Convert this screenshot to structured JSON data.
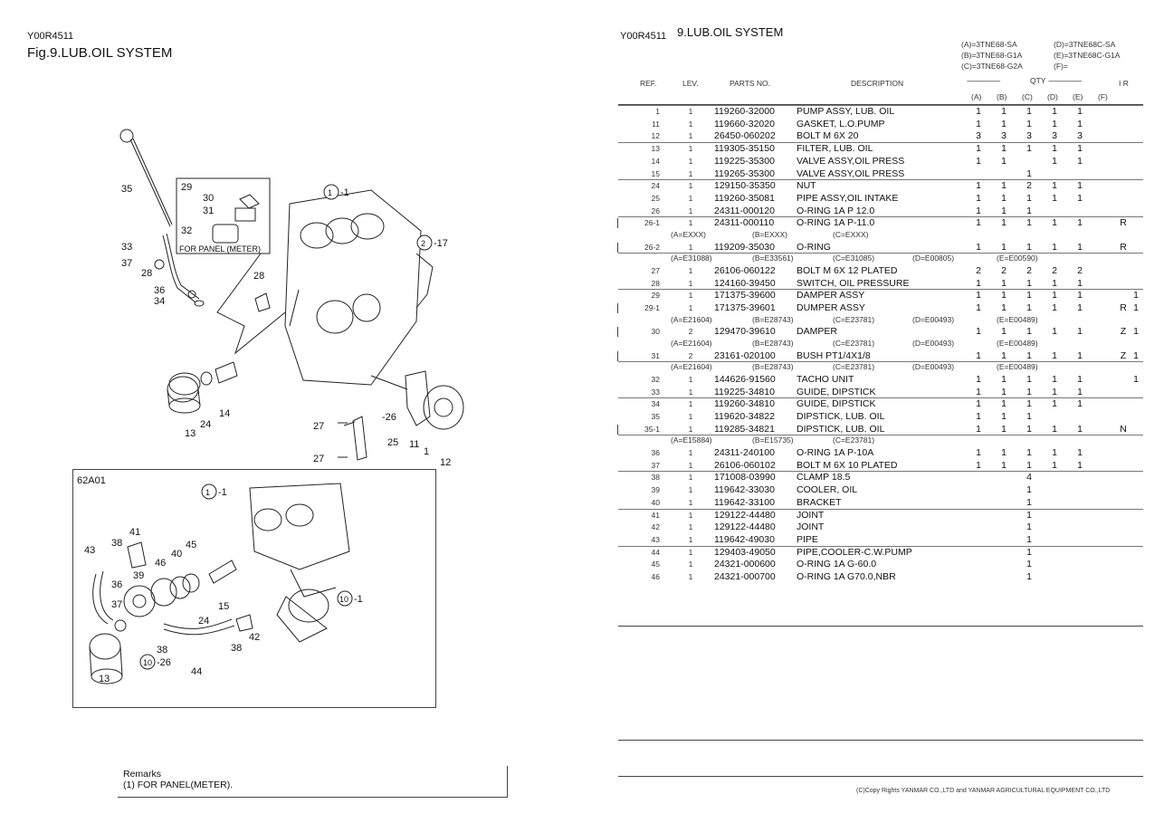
{
  "left": {
    "code": "Y00R4511",
    "fig_title": "Fig.9.LUB.OIL SYSTEM",
    "callouts": [
      "35",
      "33",
      "37",
      "36",
      "34",
      "28",
      "29",
      "30",
      "31",
      "32",
      "FOR PANEL (METER)",
      "1",
      "-1",
      "2",
      "-17",
      "28",
      "13",
      "24",
      "14",
      "27",
      "-26",
      "25",
      "11",
      "1",
      "12",
      "27"
    ],
    "inset": {
      "code": "62A01",
      "callouts": [
        "1",
        "-1",
        "41",
        "38",
        "43",
        "39",
        "46",
        "40",
        "45",
        "36",
        "37",
        "38",
        "10",
        "-26",
        "24",
        "15",
        "38",
        "42",
        "10",
        "-1",
        "13",
        "44"
      ]
    },
    "remarks_title": "Remarks",
    "remarks_text": "(1) FOR PANEL(METER)."
  },
  "right": {
    "code": "Y00R4511",
    "title": "9.LUB.OIL SYSTEM",
    "models": [
      "(A)=3TNE68-SA",
      "(D)=3TNE68C-SA",
      "(B)=3TNE68-G1A",
      "(E)=3TNE68C-G1A",
      "(C)=3TNE68-G2A",
      "(F)="
    ],
    "headers": {
      "ref": "REF.",
      "lev": "LEV.",
      "parts": "PARTS NO.",
      "desc": "DESCRIPTION",
      "qty": "QTY",
      "dashes_l": "--------------------",
      "dashes_r": "--------------------",
      "ir": "I R"
    },
    "qty_cols": [
      "(A)",
      "(B)",
      "(C)",
      "(D)",
      "(E)",
      "(F)"
    ],
    "rows": [
      {
        "ref": "1",
        "lev": "1",
        "part": "119260-32000",
        "desc": "PUMP ASSY, LUB. OIL",
        "q": [
          "1",
          "1",
          "1",
          "1",
          "1",
          ""
        ],
        "r": "",
        "x": "",
        "bar": false,
        "top": true
      },
      {
        "ref": "11",
        "lev": "1",
        "part": "119660-32020",
        "desc": "GASKET, L.O.PUMP",
        "q": [
          "1",
          "1",
          "1",
          "1",
          "1",
          ""
        ],
        "r": "",
        "x": "",
        "bar": false
      },
      {
        "ref": "12",
        "lev": "1",
        "part": "26450-060202",
        "desc": "BOLT M 6X 20",
        "q": [
          "3",
          "3",
          "3",
          "3",
          "3",
          ""
        ],
        "r": "",
        "x": "",
        "bar": false
      },
      {
        "ref": "13",
        "lev": "1",
        "part": "119305-35150",
        "desc": "FILTER, LUB. OIL",
        "q": [
          "1",
          "1",
          "1",
          "1",
          "1",
          ""
        ],
        "r": "",
        "x": "",
        "bar": false,
        "top": true
      },
      {
        "ref": "14",
        "lev": "1",
        "part": "119225-35300",
        "desc": "VALVE ASSY,OIL PRESS",
        "q": [
          "1",
          "1",
          "",
          "1",
          "1",
          ""
        ],
        "r": "",
        "x": "",
        "bar": false
      },
      {
        "ref": "15",
        "lev": "1",
        "part": "119265-35300",
        "desc": "VALVE ASSY,OIL PRESS",
        "q": [
          "",
          "",
          "1",
          "",
          "",
          ""
        ],
        "r": "",
        "x": "",
        "bar": false
      },
      {
        "ref": "24",
        "lev": "1",
        "part": "129150-35350",
        "desc": "NUT",
        "q": [
          "1",
          "1",
          "2",
          "1",
          "1",
          ""
        ],
        "r": "",
        "x": "",
        "bar": false,
        "top": true
      },
      {
        "ref": "25",
        "lev": "1",
        "part": "119260-35081",
        "desc": "PIPE ASSY,OIL INTAKE",
        "q": [
          "1",
          "1",
          "1",
          "1",
          "1",
          ""
        ],
        "r": "",
        "x": "",
        "bar": false
      },
      {
        "ref": "26",
        "lev": "1",
        "part": "24311-000120",
        "desc": "O-RING 1A P 12.0",
        "q": [
          "1",
          "1",
          "1",
          "",
          "",
          ""
        ],
        "r": "",
        "x": "",
        "bar": false
      },
      {
        "ref": "26-1",
        "lev": "1",
        "part": "24311-000110",
        "desc": "O-RING 1A P-11.0",
        "q": [
          "1",
          "1",
          "1",
          "1",
          "1",
          ""
        ],
        "r": "R",
        "x": "",
        "bar": true,
        "top": true
      },
      {
        "sub": [
          "(A=EXXX)",
          "(B=EXXX)",
          "(C=EXXX)"
        ]
      },
      {
        "ref": "26-2",
        "lev": "1",
        "part": "119209-35030",
        "desc": "O-RING",
        "q": [
          "1",
          "1",
          "1",
          "1",
          "1",
          ""
        ],
        "r": "R",
        "x": "",
        "bar": true
      },
      {
        "sub": [
          "(A=E31088)",
          "(B=E33561)",
          "(C=E31085)",
          "(D=E00805)",
          "(E=E00590)"
        ],
        "top": true
      },
      {
        "ref": "27",
        "lev": "1",
        "part": "26106-060122",
        "desc": "BOLT M 6X 12 PLATED",
        "q": [
          "2",
          "2",
          "2",
          "2",
          "2",
          ""
        ],
        "r": "",
        "x": "",
        "bar": false
      },
      {
        "ref": "28",
        "lev": "1",
        "part": "124160-39450",
        "desc": "SWITCH, OIL PRESSURE",
        "q": [
          "1",
          "1",
          "1",
          "1",
          "1",
          ""
        ],
        "r": "",
        "x": "",
        "bar": false
      },
      {
        "ref": "29",
        "lev": "1",
        "part": "171375-39600",
        "desc": "DAMPER ASSY",
        "q": [
          "1",
          "1",
          "1",
          "1",
          "1",
          ""
        ],
        "r": "",
        "x": "1",
        "bar": false,
        "top": true
      },
      {
        "ref": "29-1",
        "lev": "1",
        "part": "171375-39601",
        "desc": "DUMPER ASSY",
        "q": [
          "1",
          "1",
          "1",
          "1",
          "1",
          ""
        ],
        "r": "R",
        "x": "1",
        "bar": true
      },
      {
        "sub": [
          "(A=E21604)",
          "(B=E28743)",
          "(C=E23781)",
          "(D=E00493)",
          "(E=E00489)"
        ]
      },
      {
        "ref": "30",
        "lev": "2",
        "part": "129470-39610",
        "desc": "DAMPER",
        "q": [
          "1",
          "1",
          "1",
          "1",
          "1",
          ""
        ],
        "r": "Z",
        "x": "1",
        "bar": true
      },
      {
        "sub": [
          "(A=E21604)",
          "(B=E28743)",
          "(C=E23781)",
          "(D=E00493)",
          "(E=E00489)"
        ]
      },
      {
        "ref": "31",
        "lev": "2",
        "part": "23161-020100",
        "desc": "BUSH PT1/4X1/8",
        "q": [
          "1",
          "1",
          "1",
          "1",
          "1",
          ""
        ],
        "r": "Z",
        "x": "1",
        "bar": true
      },
      {
        "sub": [
          "(A=E21604)",
          "(B=E28743)",
          "(C=E23781)",
          "(D=E00493)",
          "(E=E00489)"
        ],
        "top": true
      },
      {
        "ref": "32",
        "lev": "1",
        "part": "144626-91560",
        "desc": "TACHO UNIT",
        "q": [
          "1",
          "1",
          "1",
          "1",
          "1",
          ""
        ],
        "r": "",
        "x": "1",
        "bar": false
      },
      {
        "ref": "33",
        "lev": "1",
        "part": "119225-34810",
        "desc": "GUIDE, DIPSTICK",
        "q": [
          "1",
          "1",
          "1",
          "1",
          "1",
          ""
        ],
        "r": "",
        "x": "",
        "bar": false
      },
      {
        "ref": "34",
        "lev": "1",
        "part": "119260-34810",
        "desc": "GUIDE, DIPSTICK",
        "q": [
          "1",
          "1",
          "1",
          "1",
          "1",
          ""
        ],
        "r": "",
        "x": "",
        "bar": false,
        "top": true
      },
      {
        "ref": "35",
        "lev": "1",
        "part": "119620-34822",
        "desc": "DIPSTICK, LUB. OIL",
        "q": [
          "1",
          "1",
          "1",
          "",
          "",
          ""
        ],
        "r": "",
        "x": "",
        "bar": false
      },
      {
        "ref": "35-1",
        "lev": "1",
        "part": "119285-34821",
        "desc": "DIPSTICK, LUB. OIL",
        "q": [
          "1",
          "1",
          "1",
          "1",
          "1",
          ""
        ],
        "r": "N",
        "x": "",
        "bar": true
      },
      {
        "sub": [
          "(A=E15884)",
          "(B=E15735)",
          "(C=E23781)"
        ],
        "top": true
      },
      {
        "ref": "36",
        "lev": "1",
        "part": "24311-240100",
        "desc": "O-RING 1A P-10A",
        "q": [
          "1",
          "1",
          "1",
          "1",
          "1",
          ""
        ],
        "r": "",
        "x": "",
        "bar": false
      },
      {
        "ref": "37",
        "lev": "1",
        "part": "26106-060102",
        "desc": "BOLT M 6X 10 PLATED",
        "q": [
          "1",
          "1",
          "1",
          "1",
          "1",
          ""
        ],
        "r": "",
        "x": "",
        "bar": false
      },
      {
        "ref": "38",
        "lev": "1",
        "part": "171008-03990",
        "desc": "CLAMP 18.5",
        "q": [
          "",
          "",
          "4",
          "",
          "",
          ""
        ],
        "r": "",
        "x": "",
        "bar": false,
        "top": true
      },
      {
        "ref": "39",
        "lev": "1",
        "part": "119642-33030",
        "desc": "COOLER, OIL",
        "q": [
          "",
          "",
          "1",
          "",
          "",
          ""
        ],
        "r": "",
        "x": "",
        "bar": false
      },
      {
        "ref": "40",
        "lev": "1",
        "part": "119642-33100",
        "desc": "BRACKET",
        "q": [
          "",
          "",
          "1",
          "",
          "",
          ""
        ],
        "r": "",
        "x": "",
        "bar": false
      },
      {
        "ref": "41",
        "lev": "1",
        "part": "129122-44480",
        "desc": "JOINT",
        "q": [
          "",
          "",
          "1",
          "",
          "",
          ""
        ],
        "r": "",
        "x": "",
        "bar": false,
        "top": true
      },
      {
        "ref": "42",
        "lev": "1",
        "part": "129122-44480",
        "desc": "JOINT",
        "q": [
          "",
          "",
          "1",
          "",
          "",
          ""
        ],
        "r": "",
        "x": "",
        "bar": false
      },
      {
        "ref": "43",
        "lev": "1",
        "part": "119642-49030",
        "desc": "PIPE",
        "q": [
          "",
          "",
          "1",
          "",
          "",
          ""
        ],
        "r": "",
        "x": "",
        "bar": false
      },
      {
        "ref": "44",
        "lev": "1",
        "part": "129403-49050",
        "desc": "PIPE,COOLER-C.W.PUMP",
        "q": [
          "",
          "",
          "1",
          "",
          "",
          ""
        ],
        "r": "",
        "x": "",
        "bar": false,
        "top": true
      },
      {
        "ref": "45",
        "lev": "1",
        "part": "24321-000600",
        "desc": "O-RING 1A G-60.0",
        "q": [
          "",
          "",
          "1",
          "",
          "",
          ""
        ],
        "r": "",
        "x": "",
        "bar": false
      },
      {
        "ref": "46",
        "lev": "1",
        "part": "24321-000700",
        "desc": "O-RING 1A G70.0,NBR",
        "q": [
          "",
          "",
          "1",
          "",
          "",
          ""
        ],
        "r": "",
        "x": "",
        "bar": false
      }
    ],
    "copyright": "(C)Copy Rights  YANMAR CO.,LTD and YANMAR AGRICULTURAL EQUIPMENT CO.,LTD"
  }
}
